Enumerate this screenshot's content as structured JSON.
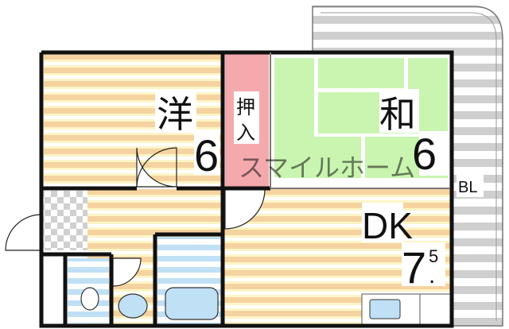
{
  "rooms": {
    "western": {
      "label": "洋",
      "size": "6"
    },
    "closet": {
      "label_1": "押",
      "label_2": "入"
    },
    "japanese": {
      "label": "和",
      "size": "6"
    },
    "dk": {
      "label": "DK",
      "size_int": "7",
      "size_frac": "5",
      "size_dot": "."
    }
  },
  "balcony_label": "BL",
  "watermark": "スマイルホーム",
  "colors": {
    "floor_stripe": "#f7d9a8",
    "floor_light": "#fdf5c8",
    "closet": "#f4a9ac",
    "tatami": "#c9f5b0",
    "wet_area": "#bfe0f5",
    "balcony": "#cfcfcf",
    "wall": "#111111"
  }
}
